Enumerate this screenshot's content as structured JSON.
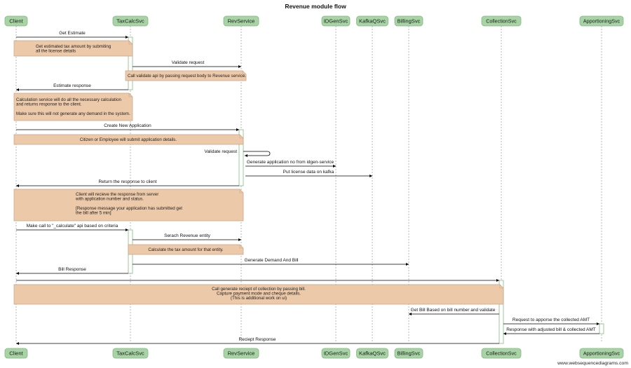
{
  "title": "Revenue module flow",
  "credit": "www.websequencediagrams.com",
  "colors": {
    "participant_fill": "#a7d3a5",
    "participant_stroke": "#86b985",
    "note_fill": "#ecc9a9",
    "note_stroke": "#c9a384",
    "activation_stroke": "#86b985",
    "line": "#000000"
  },
  "participants": [
    "Client",
    "TaxCalcSvc",
    "RevService",
    "IDGenSvc",
    "KafkaQSvc",
    "BillingSvc",
    "CollectionSvc",
    "ApportioningSvc"
  ],
  "messages": [
    {
      "text": "Get Estimate"
    },
    {
      "text": "Validate request"
    },
    {
      "text": "Estimate response"
    },
    {
      "text": "Create New Application"
    },
    {
      "text": "Validate request"
    },
    {
      "text": "Generate application no from idgen-service"
    },
    {
      "text": "Put license data on kafka"
    },
    {
      "text": "Return the response to client"
    },
    {
      "text": "Make call to \"_calculate\" api based on criteria"
    },
    {
      "text": "Serach Revenue entity"
    },
    {
      "text": "Generate Demand And Bill"
    },
    {
      "text": "Bill Response"
    },
    {
      "text": ""
    },
    {
      "text": "Get Bill Based on bill number and validate"
    },
    {
      "text": "Request to apporse the collected AMT"
    },
    {
      "text": "Response with adjusted bill & collected AMT"
    },
    {
      "text": "Reciept Response"
    }
  ],
  "notes": [
    {
      "lines": [
        "Get estimated tax amount by submiting",
        "all the license details"
      ]
    },
    {
      "lines": [
        "Call validate api by passing request body to Revenue service."
      ]
    },
    {
      "lines": [
        "Calculation service will do all the necessary calculation",
        "and returns response to the client.",
        "",
        "Make sure this will not generate any demand in the system."
      ]
    },
    {
      "lines": [
        "Citizen or Employee will submit application details."
      ]
    },
    {
      "lines": [
        "Client will recieve the response from server",
        "with application number and status.",
        "",
        "[Response message your application has submitted get",
        "the bill after 5 min]"
      ]
    },
    {
      "lines": [
        "Calculate the tax amount for that entity."
      ]
    },
    {
      "lines": [
        "Call generate reciept of collection by passing bill.",
        "Capture payment mode and cheque details.",
        "(This is additional work on ui)"
      ]
    }
  ]
}
